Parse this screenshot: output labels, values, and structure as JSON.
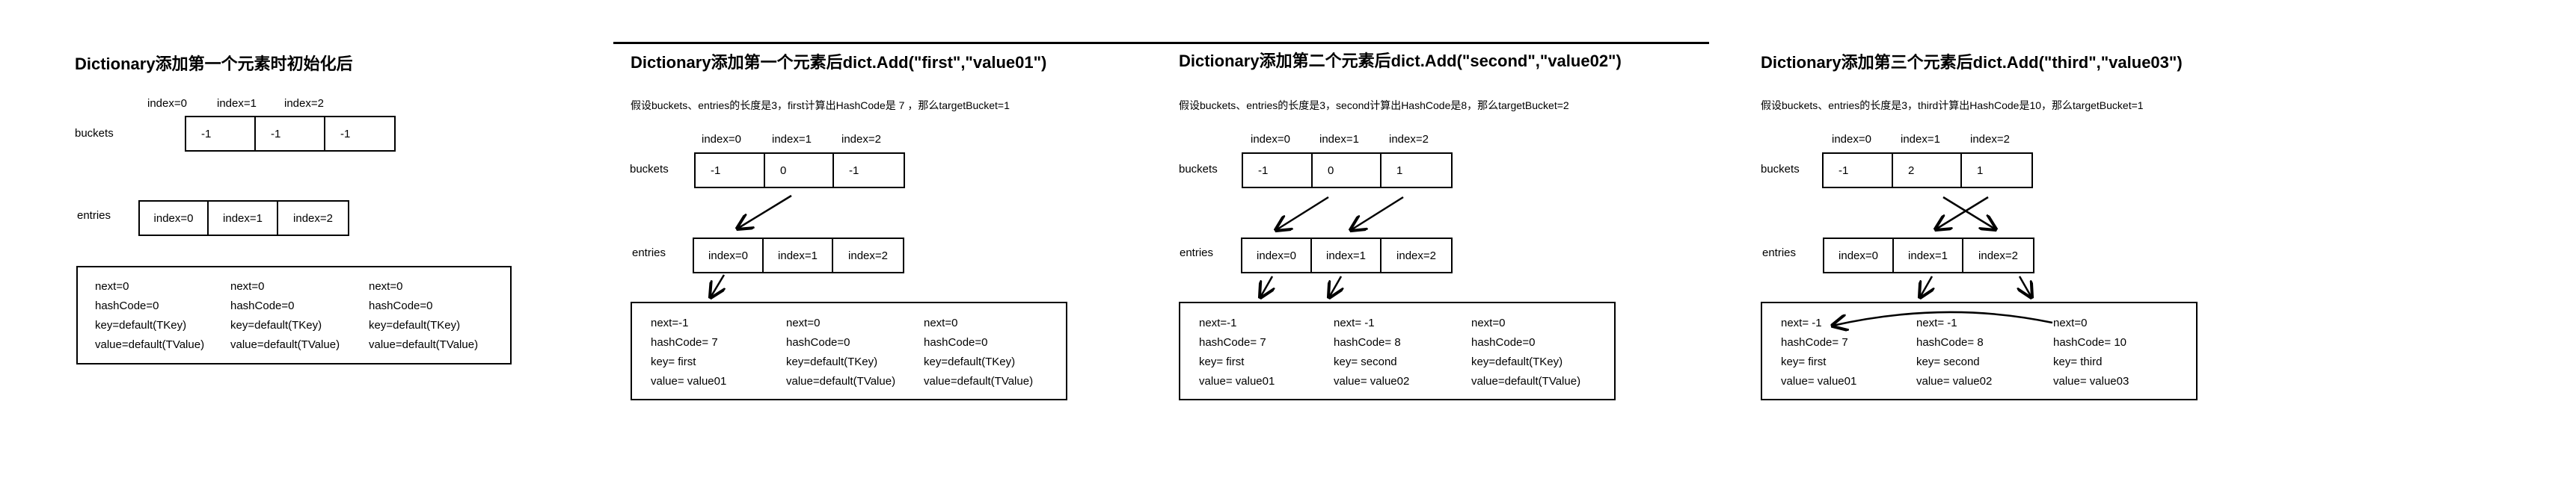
{
  "panels": [
    {
      "title": "Dictionary添加第一个元素时初始化后",
      "description": "",
      "buckets_label": "buckets",
      "entries_label": "entries",
      "bucket_index_labels": [
        "index=0",
        "index=1",
        "index=2"
      ],
      "bucket_values": [
        "-1",
        "-1",
        "-1"
      ],
      "entry_index_labels": [
        "index=0",
        "index=1",
        "index=2"
      ],
      "entries": [
        {
          "next": "next=0",
          "hashCode": "hashCode=0",
          "key": "key=default(TKey)",
          "value": "value=default(TValue)"
        },
        {
          "next": "next=0",
          "hashCode": "hashCode=0",
          "key": "key=default(TKey)",
          "value": "value=default(TValue)"
        },
        {
          "next": "next=0",
          "hashCode": "hashCode=0",
          "key": "key=default(TKey)",
          "value": "value=default(TValue)"
        }
      ]
    },
    {
      "title": "Dictionary添加第一个元素后dict.Add(\"first\",\"value01\")",
      "description": "假设buckets、entries的长度是3，first计算出HashCode是 7 ，那么targetBucket=1",
      "buckets_label": "buckets",
      "entries_label": "entries",
      "bucket_index_labels": [
        "index=0",
        "index=1",
        "index=2"
      ],
      "bucket_values": [
        "-1",
        "0",
        "-1"
      ],
      "entry_index_labels": [
        "index=0",
        "index=1",
        "index=2"
      ],
      "entries": [
        {
          "next": "next=-1",
          "hashCode": "hashCode= 7",
          "key": "key= first",
          "value": "value= value01"
        },
        {
          "next": "next=0",
          "hashCode": "hashCode=0",
          "key": "key=default(TKey)",
          "value": "value=default(TValue)"
        },
        {
          "next": "next=0",
          "hashCode": "hashCode=0",
          "key": "key=default(TKey)",
          "value": "value=default(TValue)"
        }
      ]
    },
    {
      "title": "Dictionary添加第二个元素后dict.Add(\"second\",\"value02\")",
      "description": "假设buckets、entries的长度是3，second计算出HashCode是8，那么targetBucket=2",
      "buckets_label": "buckets",
      "entries_label": "entries",
      "bucket_index_labels": [
        "index=0",
        "index=1",
        "index=2"
      ],
      "bucket_values": [
        "-1",
        "0",
        "1"
      ],
      "entry_index_labels": [
        "index=0",
        "index=1",
        "index=2"
      ],
      "entries": [
        {
          "next": "next=-1",
          "hashCode": "hashCode= 7",
          "key": "key= first",
          "value": "value= value01"
        },
        {
          "next": "next= -1",
          "hashCode": "hashCode= 8",
          "key": "key= second",
          "value": "value= value02"
        },
        {
          "next": "next=0",
          "hashCode": "hashCode=0",
          "key": "key=default(TKey)",
          "value": "value=default(TValue)"
        }
      ]
    },
    {
      "title": "Dictionary添加第三个元素后dict.Add(\"third\",\"value03\")",
      "description": "假设buckets、entries的长度是3，third计算出HashCode是10，那么targetBucket=1",
      "buckets_label": "buckets",
      "entries_label": "entries",
      "bucket_index_labels": [
        "index=0",
        "index=1",
        "index=2"
      ],
      "bucket_values": [
        "-1",
        "2",
        "1"
      ],
      "entry_index_labels": [
        "index=0",
        "index=1",
        "index=2"
      ],
      "entries": [
        {
          "next": "next= -1",
          "hashCode": "hashCode= 7",
          "key": "key= first",
          "value": "value= value01"
        },
        {
          "next": "next= -1",
          "hashCode": "hashCode= 8",
          "key": "key= second",
          "value": "value= value02"
        },
        {
          "next": "next=0",
          "hashCode": "hashCode= 10",
          "key": "key= third",
          "value": "value= value03"
        }
      ]
    }
  ]
}
